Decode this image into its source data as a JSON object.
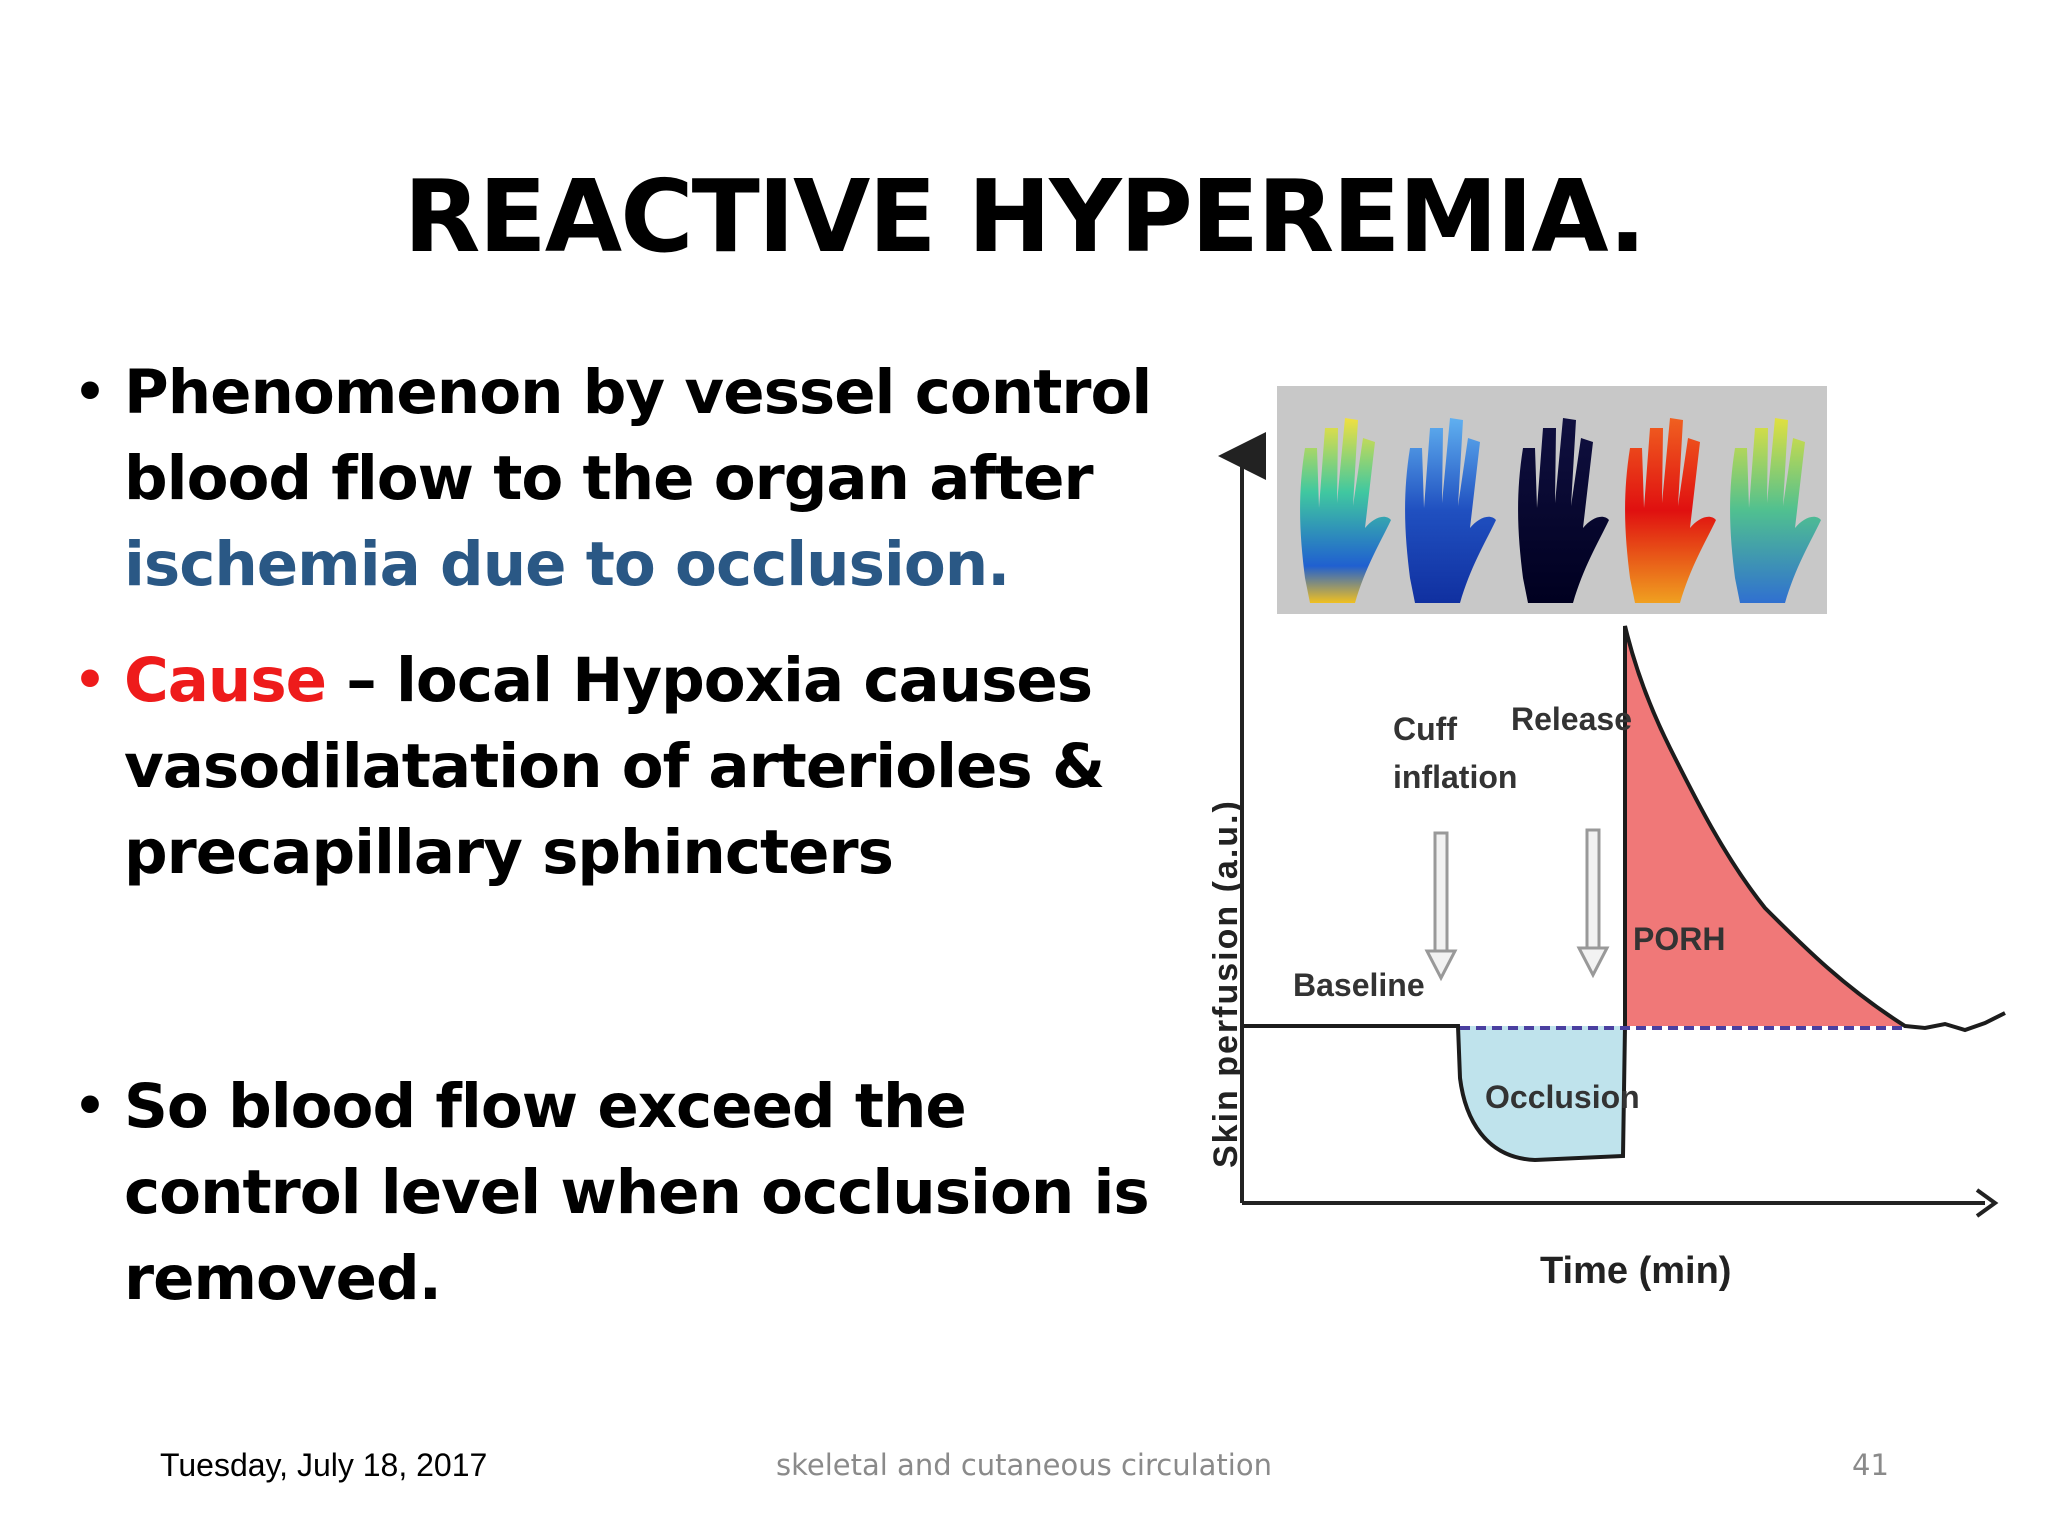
{
  "slide": {
    "title": "REACTIVE HYPEREMIA.",
    "bullets": [
      {
        "marker": "•",
        "text": "Phenomenon by vessel control blood flow to the organ after ",
        "highlight": "ischemia due to occlusion.",
        "highlight_color": "#2a5885"
      },
      {
        "marker": "•",
        "marker_color": "#ee1b1b",
        "lead": "Cause",
        "lead_color": "#ee1b1b",
        "text": " – local Hypoxia causes vasodilatation of arterioles & precapillary sphincters"
      },
      {
        "marker": "•",
        "text": "So blood flow exceed the control level when occlusion is removed."
      }
    ]
  },
  "diagram": {
    "y_axis_label": "Skin perfusion (a.u.)",
    "x_axis_label": "Time (min)",
    "labels": {
      "baseline": "Baseline",
      "cuff": "Cuff",
      "inflation": "inflation",
      "release": "Release",
      "porh": "PORH",
      "occlusion": "Occlusion"
    },
    "colors": {
      "porh_fill": "#f07878",
      "occlusion_fill": "#bfe3ec",
      "dashed_line": "#4a3fa0",
      "arrow": "#999999"
    },
    "thermal_images": [
      "hand-thermal-baseline",
      "hand-thermal-occlusion-early",
      "hand-thermal-occlusion-dark",
      "hand-thermal-hyperemia-red",
      "hand-thermal-recovery"
    ]
  },
  "footer": {
    "date": "Tuesday, July 18, 2017",
    "center": "skeletal and cutaneous circulation",
    "page": "41"
  }
}
